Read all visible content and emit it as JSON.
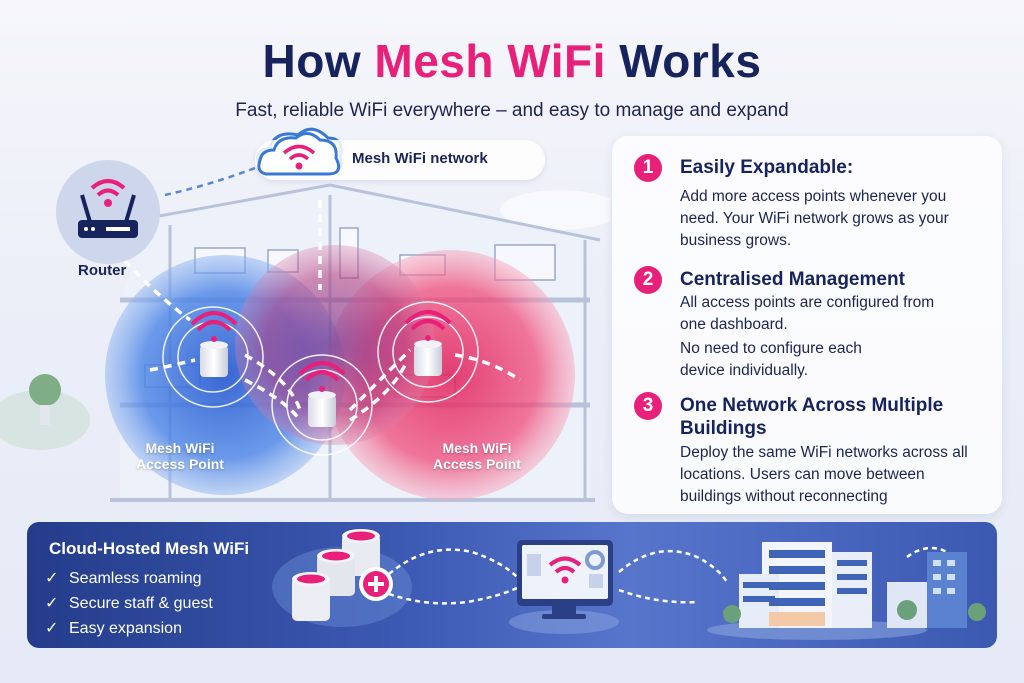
{
  "header": {
    "title_part1": "How ",
    "title_accent": "Mesh WiFi",
    "title_part2": " Works",
    "subtitle": "Fast, reliable WiFi everywhere – and easy to manage and expand"
  },
  "illustration": {
    "cloud_label": "Mesh WiFi network",
    "router_label": "Router",
    "access_points": [
      {
        "label_line1": "Mesh WiFi",
        "label_line2": "Access Point"
      },
      {
        "label_line1": "Mesh WiFi",
        "label_line2": "Access Point"
      }
    ],
    "icons": [
      "wifi-cloud-icon",
      "router-icon",
      "access-point-icon",
      "house-illustration"
    ]
  },
  "features": [
    {
      "number": "1",
      "title": "Easily Expandable:",
      "body": "Add more access points whenever you need. Your WiFi network grows as your business grows."
    },
    {
      "number": "2",
      "title": "Centralised Management",
      "body": "All access points are configured from one dashboard.",
      "body2": "No need to configure each device individually."
    },
    {
      "number": "3",
      "title": "One Network Across Multiple Buildings",
      "body": "Deploy the same WiFi networks across all locations. Users can move between buildings without reconnecting"
    }
  ],
  "banner": {
    "title": "Cloud-Hosted Mesh WiFi",
    "items": [
      "Seamless roaming",
      "Secure staff & guest",
      "Easy expansion"
    ],
    "check_glyph": "✓",
    "plus_glyph": "+"
  },
  "colors": {
    "accent": "#e8207a",
    "navy": "#16235c",
    "coverage_blue": "#3f7be0",
    "coverage_pink": "#f0386f",
    "banner_blue": "#3d5ab4"
  }
}
